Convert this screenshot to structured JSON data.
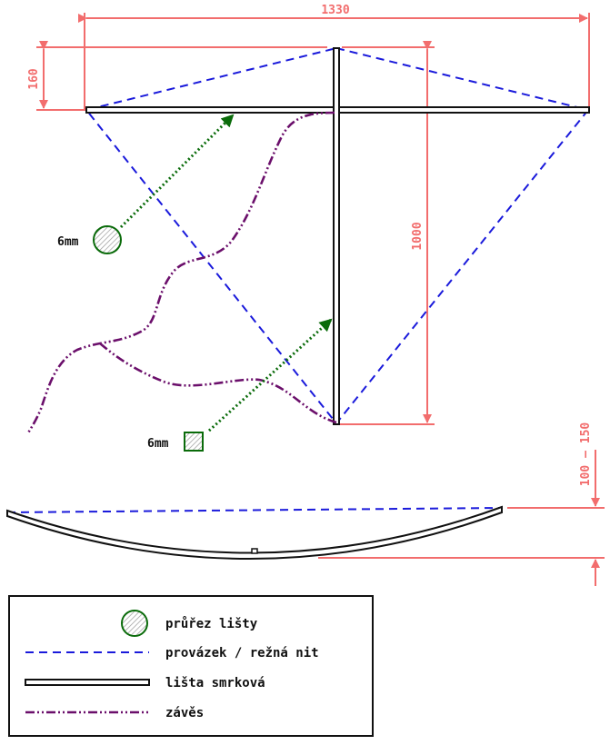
{
  "dimensions": {
    "width_top": "1330",
    "height_upper": "160",
    "height_spine": "1000",
    "bow_depth": "100 – 150"
  },
  "callouts": {
    "round_rod": "6mm",
    "square_rod": "6mm"
  },
  "legend": {
    "items": [
      {
        "symbol": "circle-section",
        "label": "průřez lišty"
      },
      {
        "symbol": "dashed-line",
        "label": "provázek / režná nit"
      },
      {
        "symbol": "double-line",
        "label": "lišta smrková"
      },
      {
        "symbol": "dash-dot-line",
        "label": "závěs"
      }
    ]
  },
  "colors": {
    "dimension": "#f26d6d",
    "string": "#1a1adb",
    "stick": "#111111",
    "bridle": "#6b0f6b",
    "arrow": "#0a6b0a"
  }
}
